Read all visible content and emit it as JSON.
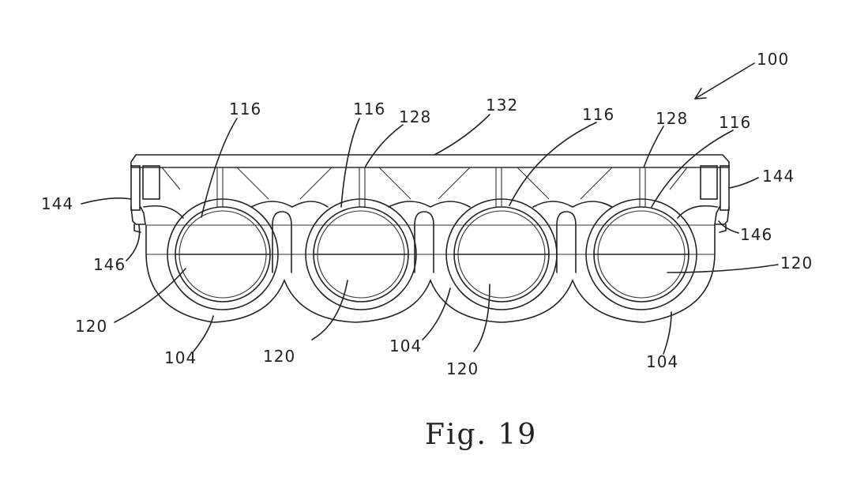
{
  "figure": {
    "caption": "Fig. 19",
    "labels": {
      "assembly_100": "100",
      "roller_116_a": "116",
      "roller_116_b": "116",
      "roller_116_c": "116",
      "roller_116_d": "116",
      "rib_128_a": "128",
      "rib_128_b": "128",
      "lid_132": "132",
      "side_144_left": "144",
      "side_144_right": "144",
      "lip_146_left": "146",
      "lip_146_right": "146",
      "core_120_a": "120",
      "core_120_b": "120",
      "core_120_c": "120",
      "core_120_d": "120",
      "cup_104_a": "104",
      "cup_104_b": "104",
      "cup_104_c": "104"
    }
  }
}
